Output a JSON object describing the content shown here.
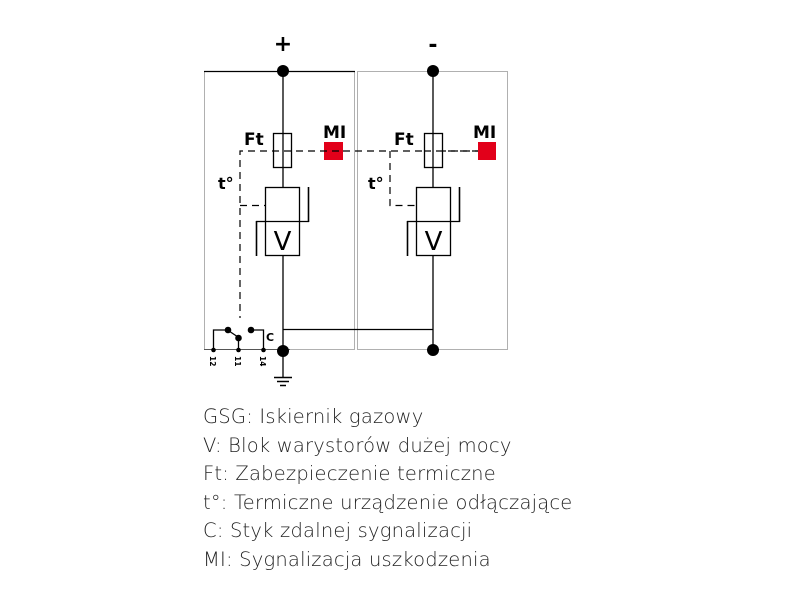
{
  "diagram": {
    "terminals": {
      "plus": "+",
      "minus": "-"
    },
    "labels": {
      "fuse": "Ft",
      "indicator": "MI",
      "thermal": "t°",
      "varistor": "V",
      "contact": "C",
      "pin_12": "12",
      "pin_11": "11",
      "pin_14": "14"
    },
    "colors": {
      "indicator": "#e2001a",
      "line": "#000000",
      "housing": "#b0b0b0"
    }
  },
  "legend": [
    "GSG: Iskiernik gazowy",
    "V: Blok warystorów dużej mocy",
    "Ft: Zabezpieczenie termiczne",
    "t°: Termiczne urządzenie odłączające",
    "C: Styk zdalnej sygnalizacji",
    "MI: Sygnalizacja uszkodzenia"
  ]
}
